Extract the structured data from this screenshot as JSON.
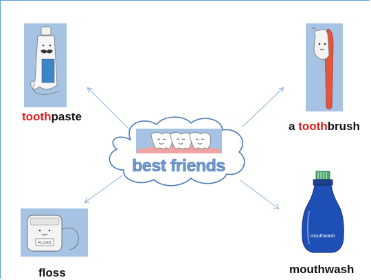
{
  "center": {
    "label": "best friends",
    "icon": "smiling-teeth-icon"
  },
  "items": {
    "toothpaste": {
      "accent": "tooth",
      "rest": "paste",
      "icon": "toothpaste-tube-icon"
    },
    "toothbrush": {
      "prefix": "a ",
      "accent": "tooth",
      "rest": "brush",
      "icon": "toothbrush-icon"
    },
    "floss": {
      "label": "floss",
      "icon": "floss-container-icon",
      "box_text": "FLOSS"
    },
    "mouthwash": {
      "label": "mouthwash",
      "icon": "mouthwash-bottle-icon",
      "bottle_text": "mouthwash"
    }
  },
  "colors": {
    "accent": "#e21b1b",
    "card": "#a7c3e4",
    "cloud_stroke": "#4a7ab8",
    "arrow": "#8eb0d8",
    "center_text": "#6f9bd1"
  }
}
